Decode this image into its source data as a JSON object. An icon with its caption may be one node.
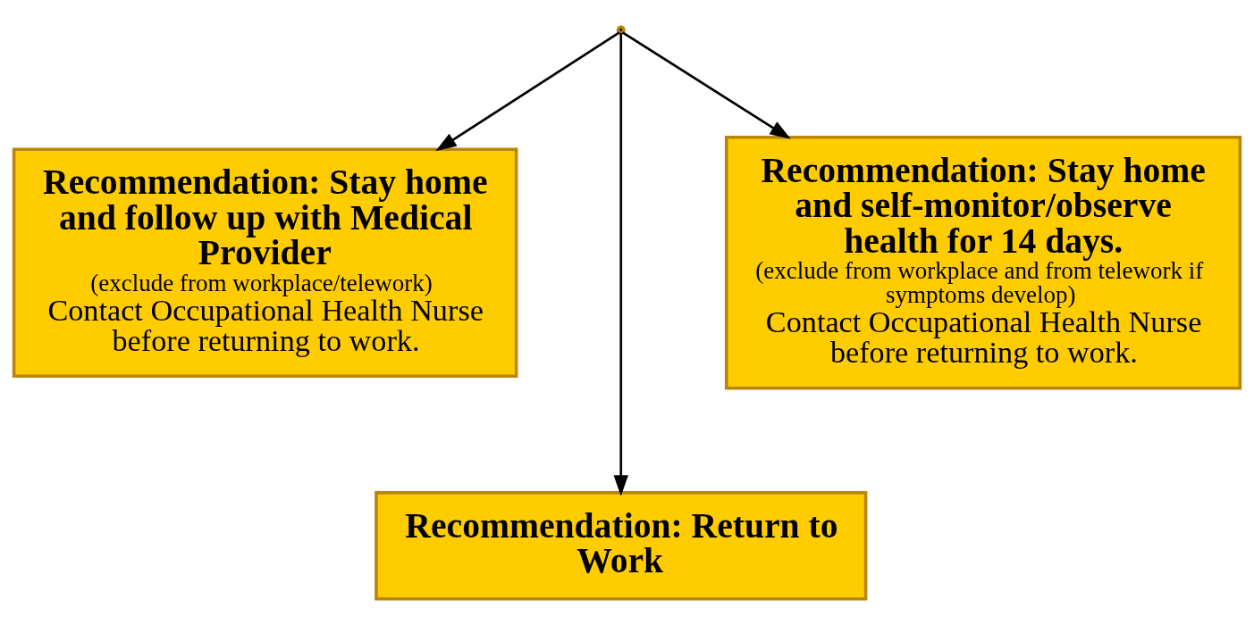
{
  "diagram": {
    "nodes": [
      {
        "text": [],
        "shape": "point"
      },
      {
        "text": [
          "Recommendation: Stay home and follow up with Medical Provider",
          "(exclude from workplace/telework)",
          "Contact Occupational Health Nurse before returning to work."
        ]
      },
      {
        "text": [
          "Recommendation: Stay home and self-monitor/observe health for 14 days.",
          "(exclude from workplace and from telework if symptoms develop)",
          "Contact Occupational Health Nurse before returning to work."
        ]
      },
      {
        "text": [
          "Recommendation: Return to Work"
        ]
      }
    ],
    "edges": [
      {
        "from": 0,
        "to": 1,
        "arrow": "to"
      },
      {
        "from": 0,
        "to": 3,
        "arrow": "to"
      },
      {
        "from": 0,
        "to": 2,
        "arrow": "to"
      }
    ]
  }
}
